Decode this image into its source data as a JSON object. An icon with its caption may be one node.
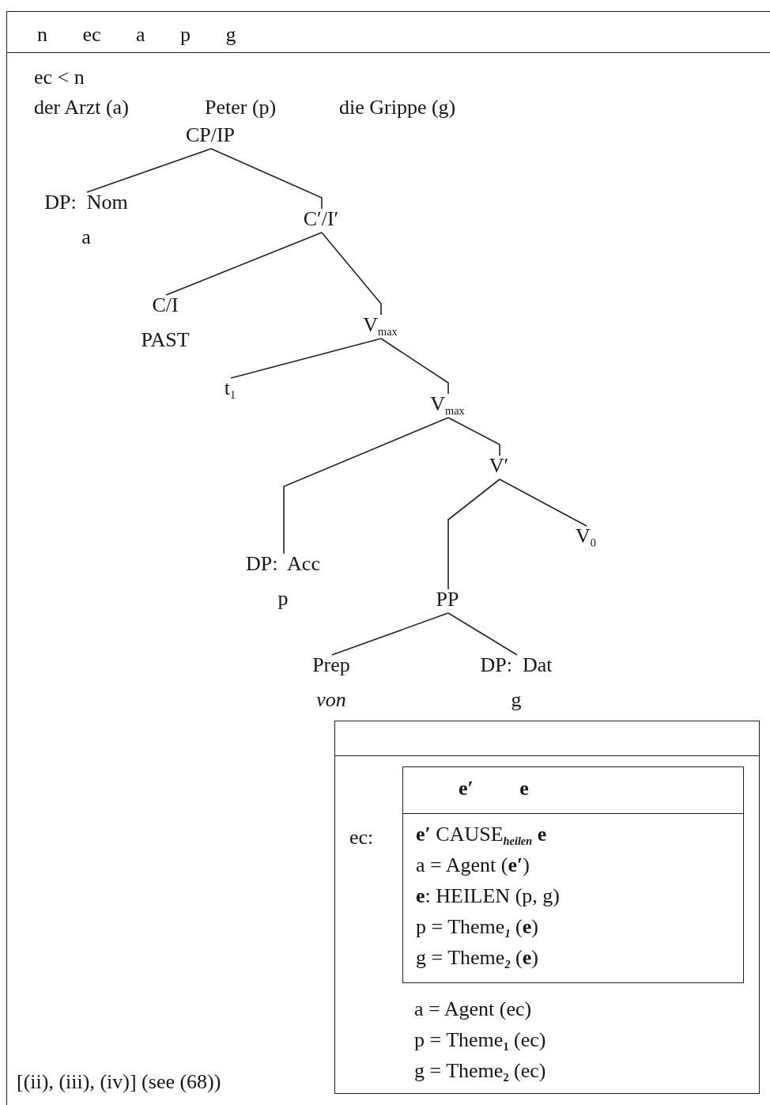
{
  "diagram": {
    "nodes": [
      {
        "text": [
          "n ec a p g",
          "ec < n",
          "der Arzt (a)",
          "Peter (p)",
          "die Grippe (g)",
          "[(ii), (iii), (iv)] (see (68))"
        ]
      },
      {
        "text": [
          "CP/IP"
        ],
        "in": 0
      },
      {
        "text": [
          "DP:  Nom",
          "a"
        ],
        "in": 0
      },
      {
        "text": [
          "C′/I′"
        ],
        "in": 0
      },
      {
        "text": [
          "C/I",
          "PAST"
        ],
        "in": 0
      },
      {
        "text": [
          "V$_{max}$"
        ],
        "in": 0
      },
      {
        "text": [
          "t$_{1}$"
        ],
        "in": 0
      },
      {
        "text": [
          "V$_{max}$"
        ],
        "in": 0
      },
      {
        "text": [
          "DP:  Acc",
          "p"
        ],
        "in": 0
      },
      {
        "text": [
          "V′"
        ],
        "in": 0
      },
      {
        "text": [
          "PP"
        ],
        "in": 0
      },
      {
        "text": [
          "V$_{0}$"
        ],
        "in": 0
      },
      {
        "text": [
          "Prep",
          "*von*"
        ],
        "in": 0
      },
      {
        "text": [
          "DP:  Dat",
          "g"
        ],
        "in": 0
      },
      {
        "text": [
          "ec:",
          "a = Agent (ec)",
          "p = Theme$_{1}$ (ec)",
          "g = Theme$_{2}$ (ec)"
        ],
        "in": 0
      },
      {
        "text": [
          "e′ e",
          "**e′** CAUSE$_{heilen}$ **e**",
          "a = Agent (**e′**)",
          "**e**: HEILEN (p, g)",
          "p = Theme$_{1}$ (**e**)",
          "g = Theme$_{2}$ (**e**)"
        ],
        "in": 14
      }
    ],
    "edges": [
      {
        "from": 1,
        "to": 2,
        "arrow": "none"
      },
      {
        "from": 1,
        "to": 3,
        "arrow": "none"
      },
      {
        "from": 3,
        "to": 4,
        "arrow": "none"
      },
      {
        "from": 3,
        "to": 5,
        "arrow": "none"
      },
      {
        "from": 5,
        "to": 6,
        "arrow": "none"
      },
      {
        "from": 5,
        "to": 7,
        "arrow": "none"
      },
      {
        "from": 7,
        "to": 8,
        "arrow": "none"
      },
      {
        "from": 7,
        "to": 9,
        "arrow": "none"
      },
      {
        "from": 9,
        "to": 10,
        "arrow": "none"
      },
      {
        "from": 9,
        "to": 11,
        "arrow": "none"
      },
      {
        "from": 10,
        "to": 12,
        "arrow": "none"
      },
      {
        "from": 10,
        "to": 13,
        "arrow": "none"
      }
    ]
  }
}
